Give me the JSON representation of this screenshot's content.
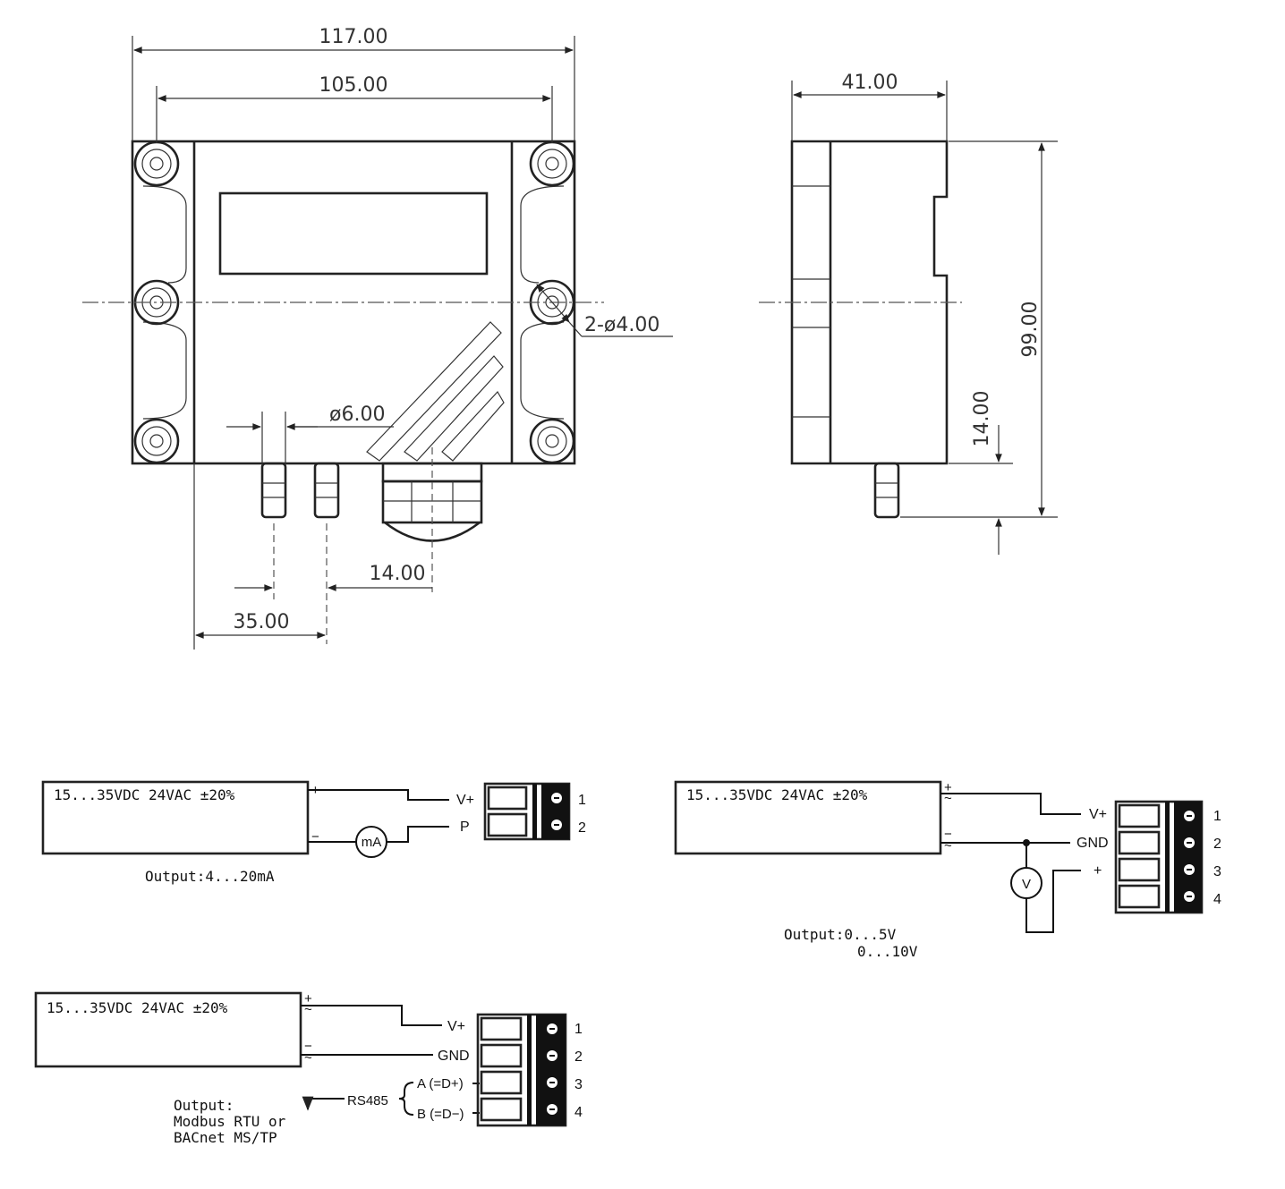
{
  "dimensions": {
    "width_total": "117.00",
    "width_holes": "105.00",
    "depth": "41.00",
    "height": "99.00",
    "fitting": "14.00",
    "hole_dia": "2-ø4.00",
    "port_dia": "ø6.00",
    "port_to_gland": "14.00",
    "port_offset": "35.00"
  },
  "wiring_ma": {
    "supply": "15...35VDC 24VAC ±20%",
    "plus": "+",
    "minus": "−",
    "meter": "mA",
    "terminals": [
      {
        "label": "V+",
        "number": "1"
      },
      {
        "label": "P",
        "number": "2"
      }
    ],
    "output": "Output:4...20mA"
  },
  "wiring_v": {
    "supply": "15...35VDC 24VAC ±20%",
    "plus": "+",
    "minus": "−",
    "ac": "~",
    "meter": "V",
    "terminals": [
      {
        "label": "V+",
        "number": "1"
      },
      {
        "label": "GND",
        "number": "2"
      },
      {
        "label": "+",
        "number": "3"
      },
      {
        "label": "",
        "number": "4"
      }
    ],
    "output_line1": "Output:0...5V",
    "output_line2": "0...10V"
  },
  "wiring_rs485": {
    "supply": "15...35VDC 24VAC ±20%",
    "plus": "+",
    "minus": "−",
    "ac": "~",
    "bus": "RS485",
    "terminals": [
      {
        "label": "V+",
        "number": "1"
      },
      {
        "label": "GND",
        "number": "2"
      },
      {
        "label": "A (=D+)",
        "number": "3"
      },
      {
        "label": "B (=D−)",
        "number": "4"
      }
    ],
    "output_line1": "Output:",
    "output_line2": "Modbus RTU or",
    "output_line3": "BACnet MS/TP"
  }
}
